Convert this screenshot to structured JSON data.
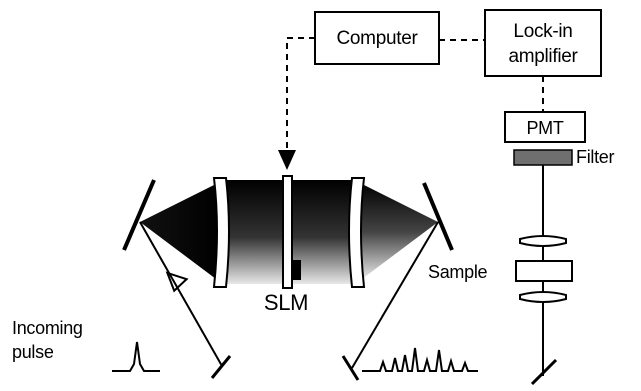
{
  "labels": {
    "computer": "Computer",
    "lockin_line1": "Lock-in",
    "lockin_line2": "amplifier",
    "pmt": "PMT",
    "filter": "Filter",
    "slm": "SLM",
    "sample": "Sample",
    "incoming_line1": "Incoming",
    "incoming_line2": "pulse"
  },
  "colors": {
    "line": "#000000",
    "filter_fill": "#6f6f6f",
    "beam_dark": "#000000",
    "beam_light": "#ffffff"
  }
}
